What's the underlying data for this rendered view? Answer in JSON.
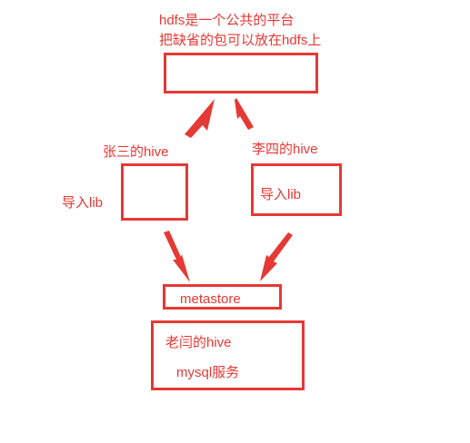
{
  "colors": {
    "accent": "#e53935"
  },
  "hdfs": {
    "line1": "hdfs是一个公共的平台",
    "line2": "把缺省的包可以放在hdfs上"
  },
  "zhangsan": {
    "title": "张三的hive",
    "import_label": "导入lib"
  },
  "lisi": {
    "title": "李四的hive",
    "import_label": "导入lib"
  },
  "metastore": {
    "label": "metastore"
  },
  "laoyan": {
    "title": "老闫的hive",
    "service": "mysql服务"
  }
}
